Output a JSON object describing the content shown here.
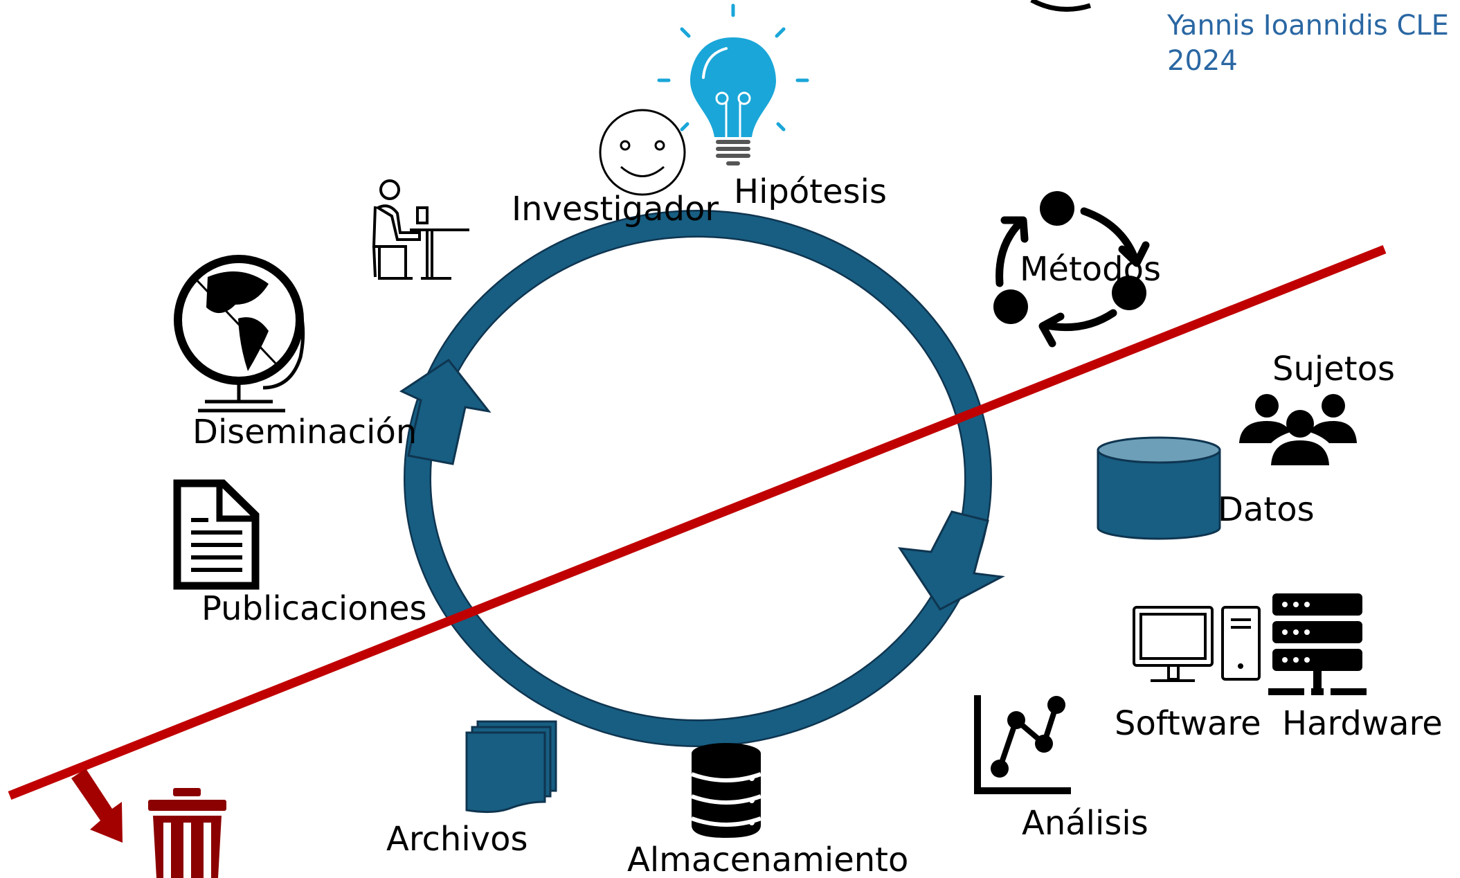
{
  "credit": {
    "line1": "Yannis Ioannidis CLE",
    "line2": "2024"
  },
  "labels": {
    "investigador": "Investigador",
    "hipotesis": "Hipótesis",
    "metodos": "Métodos",
    "sujetos": "Sujetos",
    "datos": "Datos",
    "software": "Software",
    "hardware": "Hardware",
    "analisis": "Análisis",
    "almacenamiento": "Almacenamiento",
    "archivos": "Archivos",
    "publicaciones": "Publicaciones",
    "diseminacion": "Diseminación"
  },
  "colors": {
    "cycle": "#175e82",
    "cycle_outline": "#0f3550",
    "strike_line": "#c00000",
    "trash": "#8b0000",
    "bulb": "#1aa6d8",
    "credit_text": "#2a67a3",
    "db_top": "#6d9fb8"
  },
  "icons": [
    "smiley-icon",
    "lightbulb-icon",
    "person-at-desk-icon",
    "cycle-arrows-icon",
    "people-group-icon",
    "database-cylinder-icon",
    "computer-icon",
    "server-rack-icon",
    "line-chart-icon",
    "database-stack-icon",
    "stacked-files-icon",
    "document-icon",
    "globe-icon",
    "trash-icon",
    "down-arrow-icon"
  ]
}
